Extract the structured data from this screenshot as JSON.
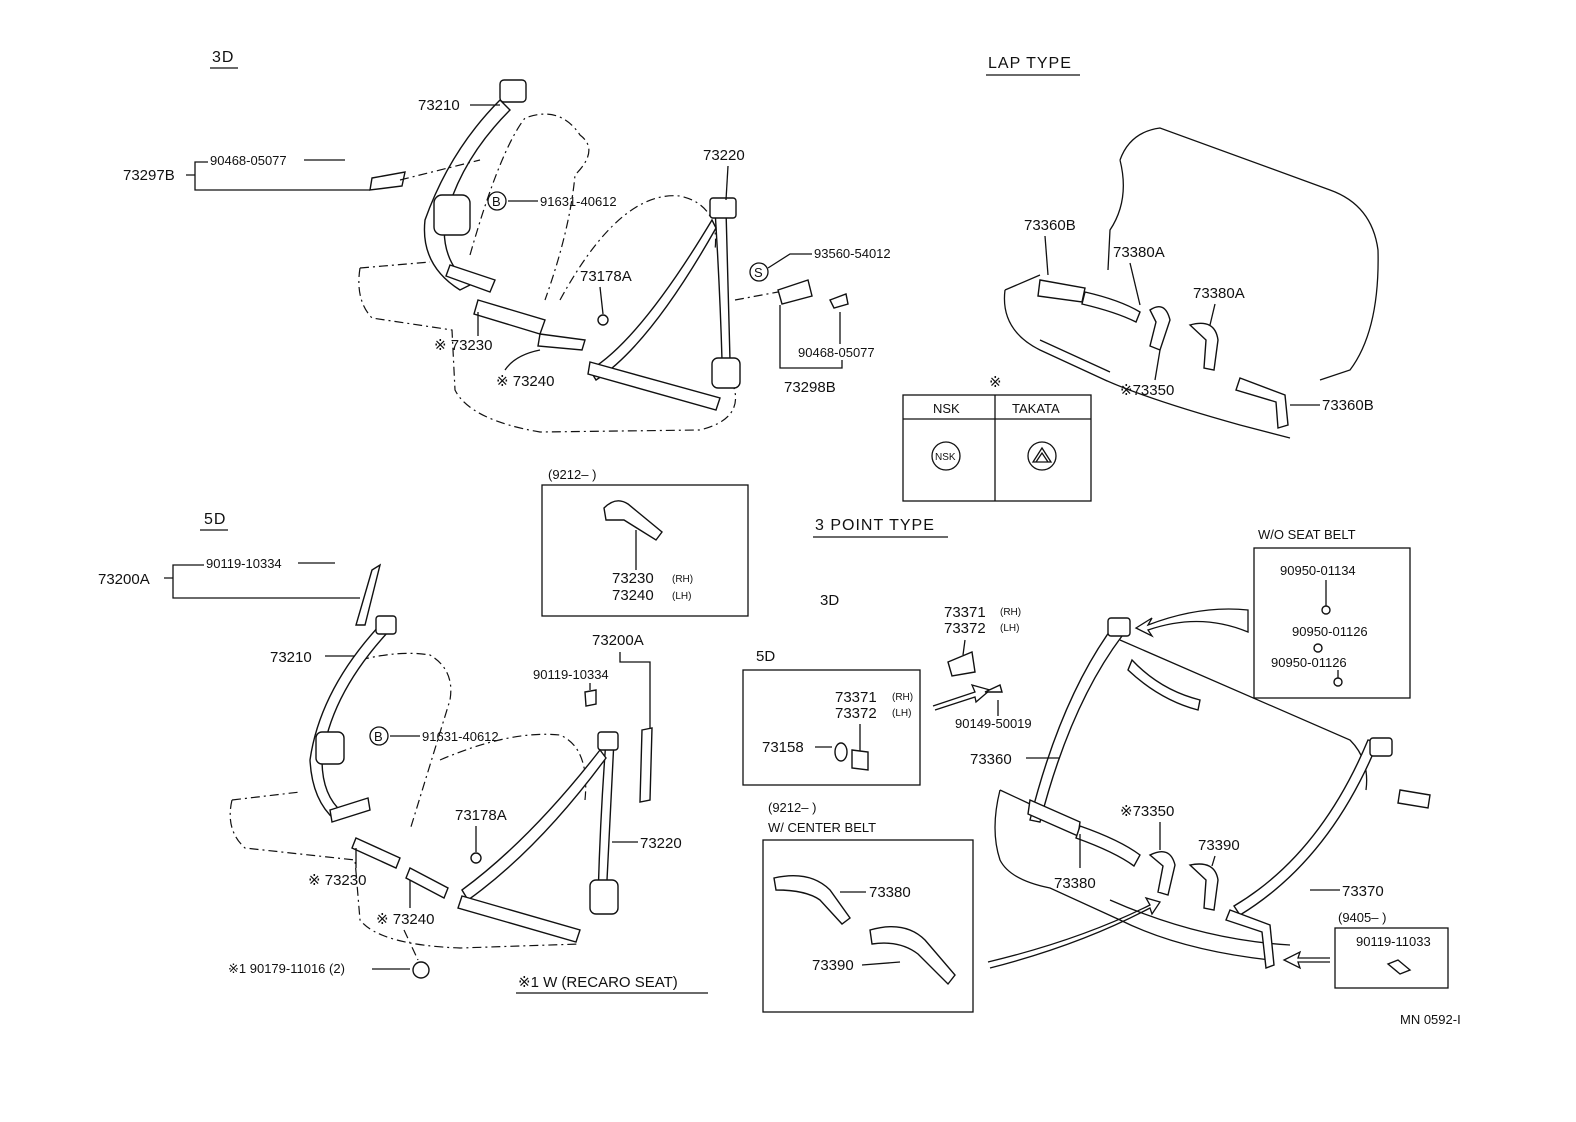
{
  "headings": {
    "front_3d": "3D",
    "lap_type": "LAP TYPE",
    "front_5d": "5D",
    "three_point": "3 POINT TYPE",
    "rear_3d": "3D",
    "wo_seat_belt": "W/O SEAT BELT",
    "recaro_note": "※1 W (RECARO SEAT)",
    "mark": "※",
    "ref_code": "MN 0592-I"
  },
  "front_3d": {
    "p73210": "73210",
    "p73297b": "73297B",
    "p90468_a": "90468-05077",
    "p91631": "91631-40612",
    "b_mark": "B",
    "p73220": "73220",
    "p93560": "93560-54012",
    "s_mark": "S",
    "p73178a": "73178A",
    "p90468_b": "90468-05077",
    "p73298b": "73298B",
    "p73230": "※ 73230",
    "p73240": "※ 73240"
  },
  "maker_table": {
    "col1": "NSK",
    "col2": "TAKATA",
    "logo1": "NSK"
  },
  "lap_type": {
    "p73360b_top": "73360B",
    "p73380a_1": "73380A",
    "p73380a_2": "73380A",
    "p73350": "※73350",
    "p73360b_right": "73360B"
  },
  "buckle_box": {
    "date": "(9212–        )",
    "p73230": "73230",
    "rh": "(RH)",
    "p73240": "73240",
    "lh": "(LH)"
  },
  "front_5d": {
    "p73200a_left": "73200A",
    "p90119_a": "90119-10334",
    "p73210": "73210",
    "p91631": "91631-40612",
    "b_mark": "B",
    "p73200a_mid": "73200A",
    "p90119_b": "90119-10334",
    "p73178a": "73178A",
    "p73220": "73220",
    "p73230": "※ 73230",
    "p73240": "※ 73240",
    "p90179": "※1 90179-11016 (2)"
  },
  "box_5d": {
    "title": "5D",
    "p73371": "73371",
    "rh": "(RH)",
    "p73372": "73372",
    "lh": "(LH)",
    "p73158": "73158"
  },
  "rear_3d": {
    "p73371": "73371",
    "rh": "(RH)",
    "p73372": "73372",
    "lh": "(LH)",
    "p90149": "90149-50019",
    "p73360": "73360",
    "p73350": "※73350",
    "p73390": "73390",
    "p73380": "73380",
    "p73370": "73370"
  },
  "center_belt_box": {
    "date": "(9212–        )",
    "title": "W/ CENTER BELT",
    "p73380": "73380",
    "p73390": "73390"
  },
  "wo_box": {
    "p90950_a": "90950-01134",
    "p90950_b": "90950-01126",
    "p90950_c": "90950-01126"
  },
  "box_9405": {
    "date": "(9405–        )",
    "p90119": "90119-11033"
  }
}
